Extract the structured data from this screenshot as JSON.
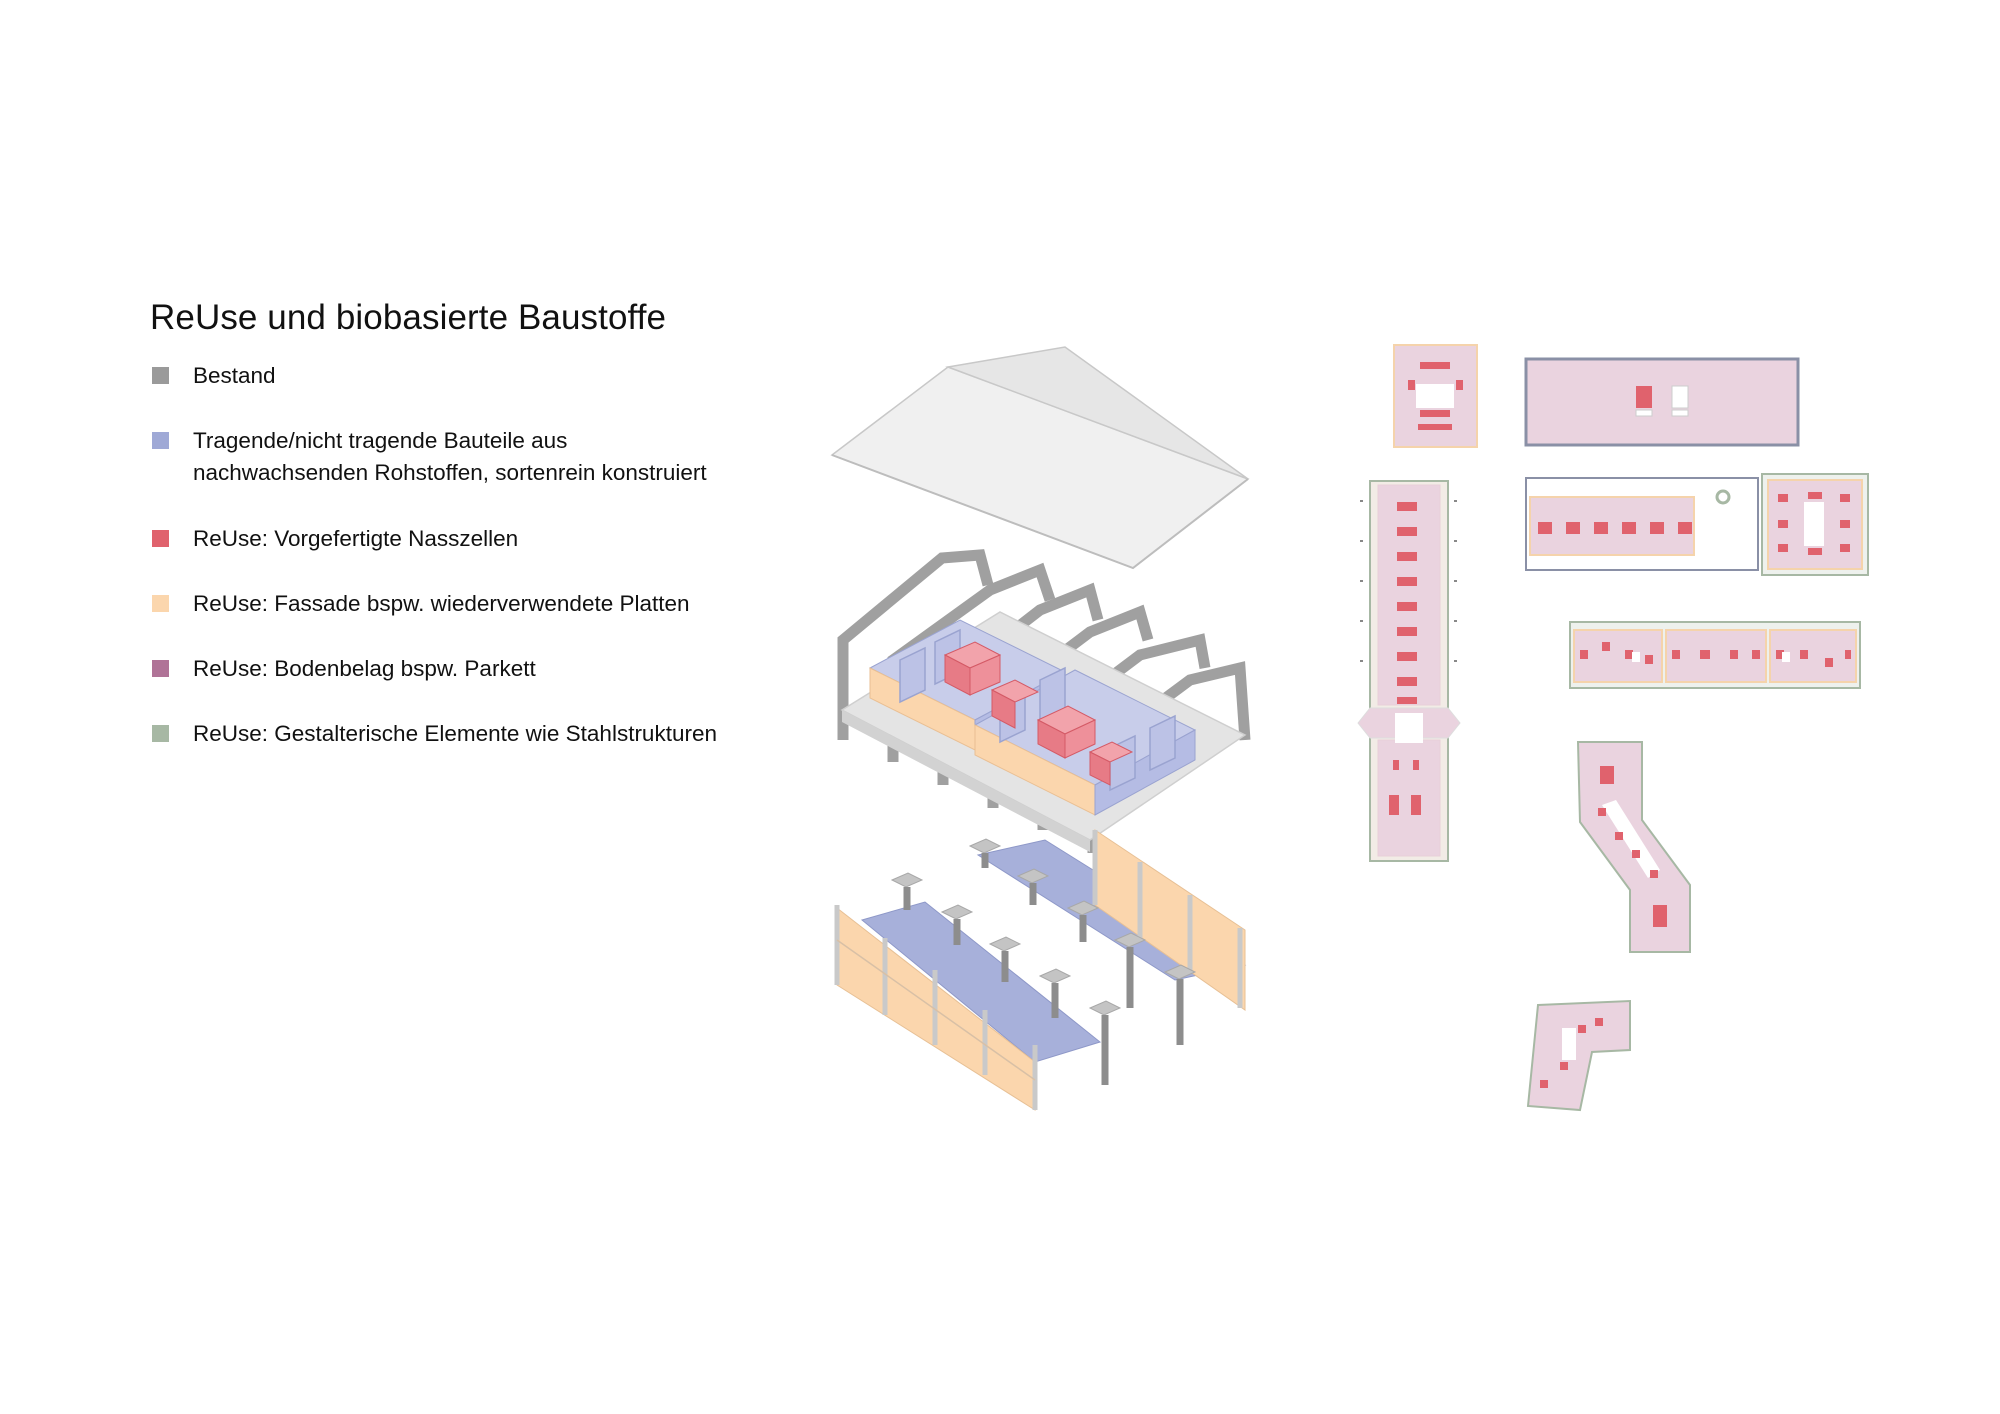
{
  "title": "ReUse und biobasierte Baustoffe",
  "legend": [
    {
      "lines": [
        "Bestand"
      ],
      "color": "#9a9a9a"
    },
    {
      "lines": [
        "Tragende/nicht tragende Bauteile aus",
        "nachwachsenden Rohstoffen, sortenrein konstruiert"
      ],
      "color": "#9fa9d6"
    },
    {
      "lines": [
        "ReUse: Vorgefertigte Nasszellen"
      ],
      "color": "#e0626d"
    },
    {
      "lines": [
        "ReUse: Fassade bspw. wiederverwendete Platten"
      ],
      "color": "#fbd6ad"
    },
    {
      "lines": [
        "ReUse: Bodenbelag bspw. Parkett"
      ],
      "color": "#b07397"
    },
    {
      "lines": [
        "ReUse: Gestalterische Elemente wie Stahlstrukturen"
      ],
      "color": "#a7b8a4"
    }
  ],
  "colors": {
    "bestand": "#9a9a9a",
    "bio": "#9fa9d6",
    "nasszellen": "#e0626d",
    "fassade": "#fbd6ad",
    "boden": "#b07397",
    "stahl": "#a7b8a4",
    "roof": "#eeeeee",
    "floorplan_fill": "#ead3df"
  }
}
